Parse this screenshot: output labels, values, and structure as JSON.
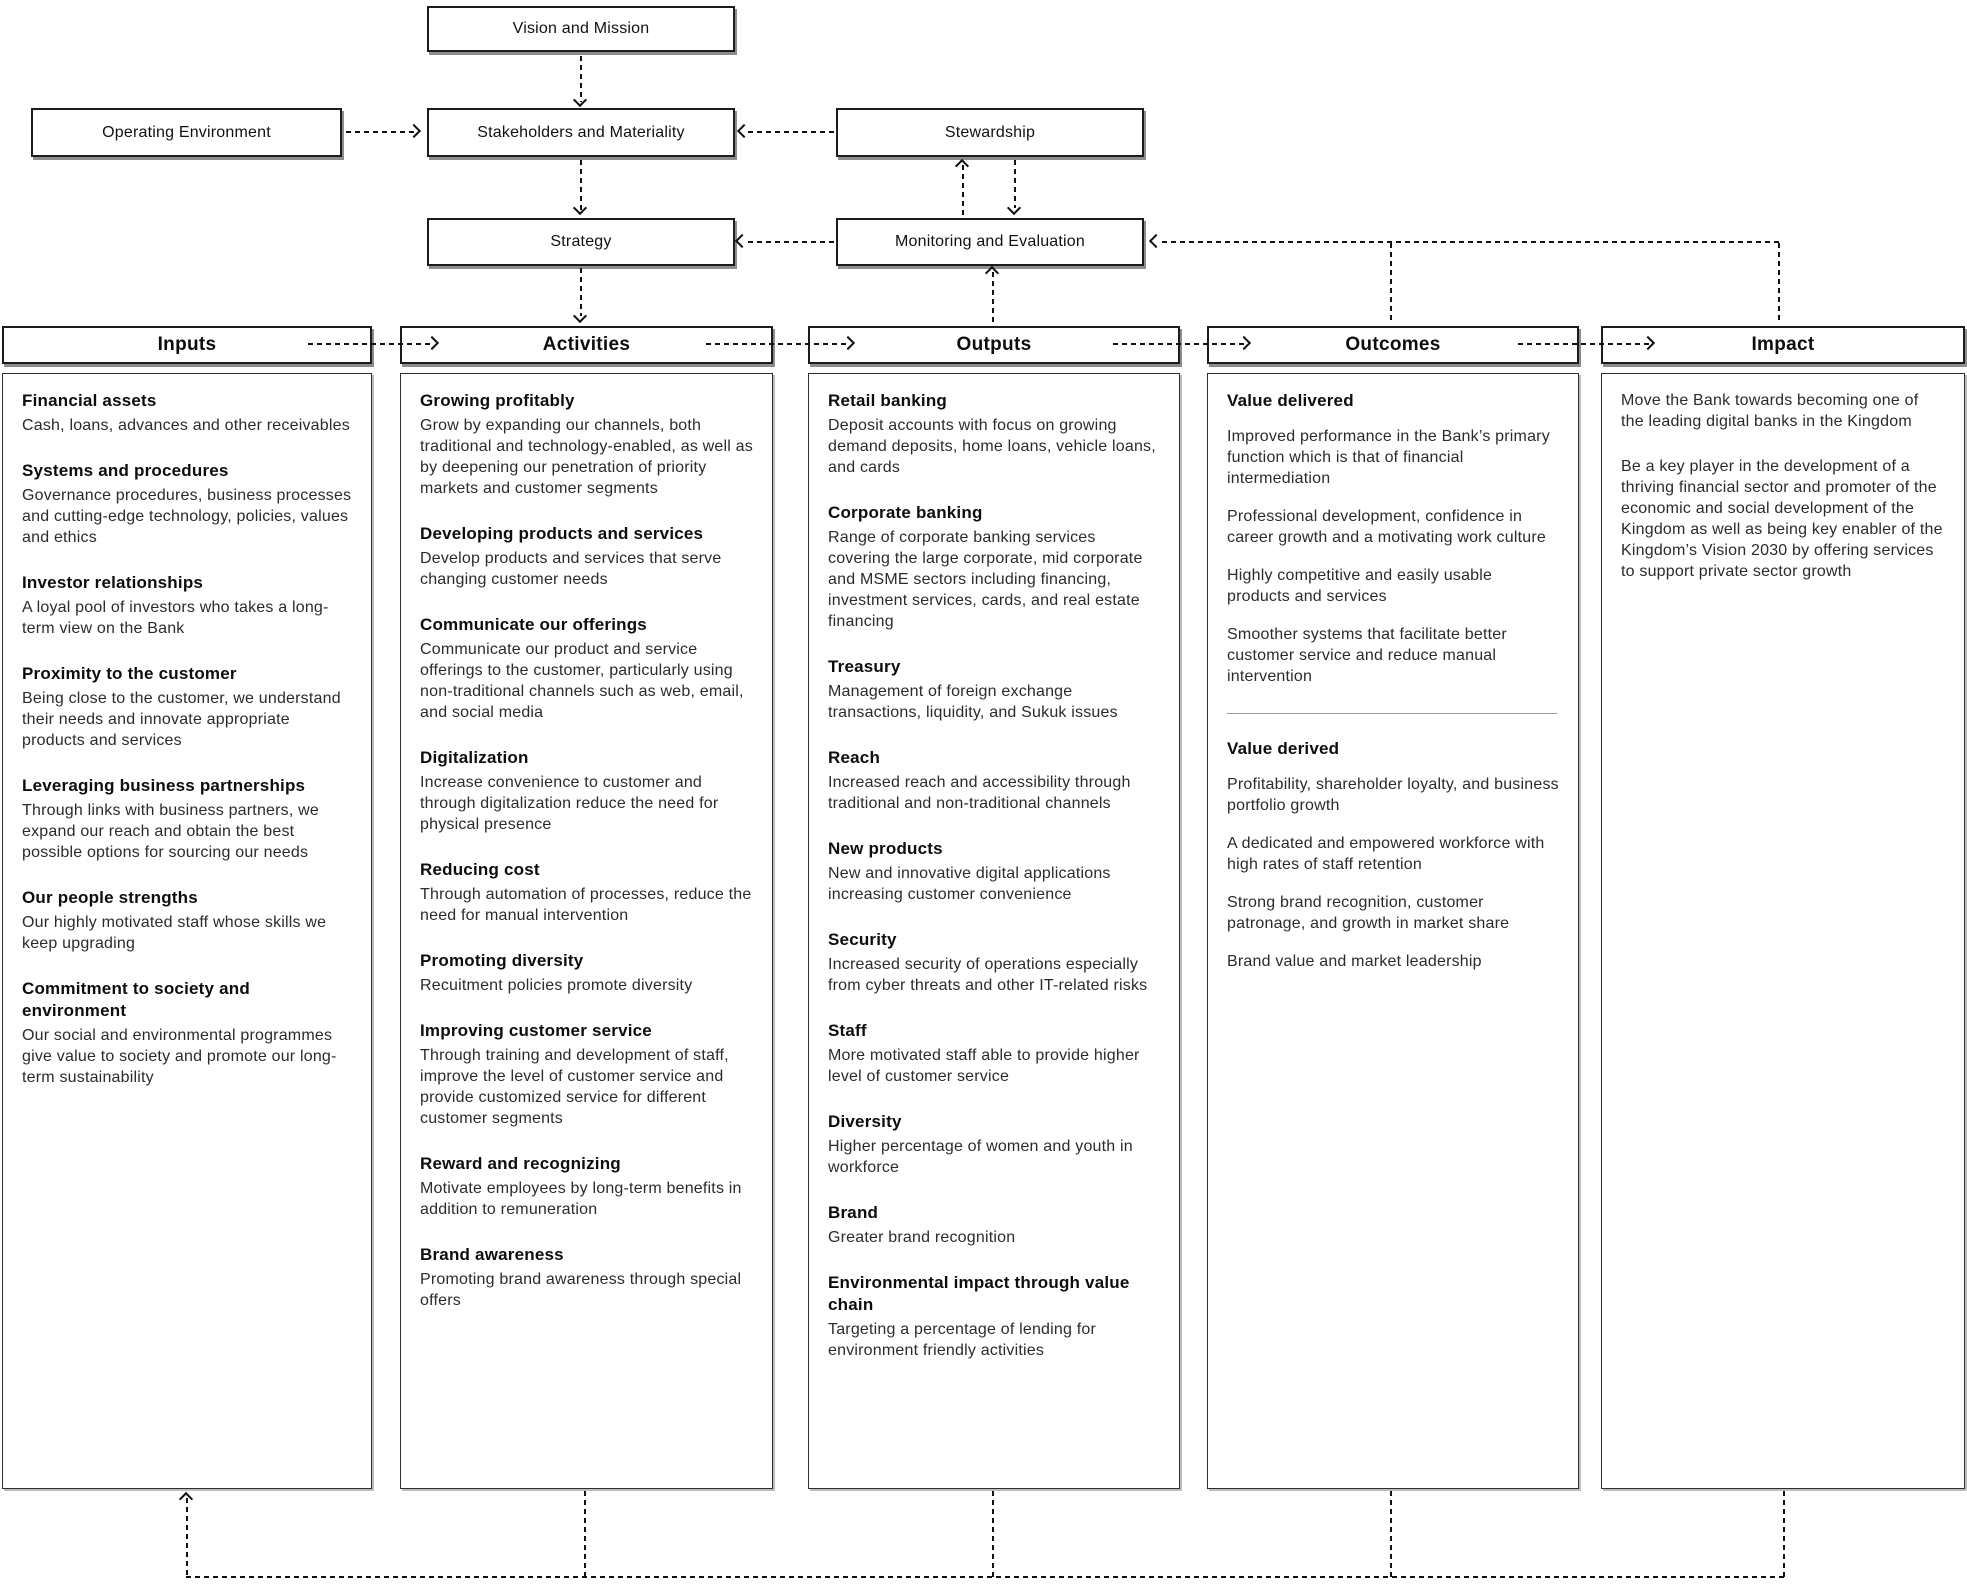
{
  "flowchart": {
    "vision": "Vision and Mission",
    "operating_environment": "Operating Environment",
    "stakeholders": "Stakeholders and Materiality",
    "stewardship": "Stewardship",
    "strategy": "Strategy",
    "monitoring": "Monitoring and Evaluation"
  },
  "columns": [
    {
      "header": "Inputs",
      "blocks": [
        {
          "type": "section",
          "title": "Financial assets",
          "body": "Cash, loans, advances and other receivables"
        },
        {
          "type": "section",
          "title": "Systems and procedures",
          "body": "Governance procedures, business processes and cutting-edge technology, policies, values and ethics"
        },
        {
          "type": "section",
          "title": "Investor relationships",
          "body": "A loyal pool of investors who takes a long-term view on the Bank"
        },
        {
          "type": "section",
          "title": "Proximity to the customer",
          "body": "Being close to the customer, we understand their needs and innovate appropriate products and services"
        },
        {
          "type": "section",
          "title": "Leveraging business partnerships",
          "body": "Through links with business partners, we expand our reach and obtain the best possible options for sourcing  our needs"
        },
        {
          "type": "section",
          "title": "Our people strengths",
          "body": "Our highly motivated staff whose skills we keep upgrading"
        },
        {
          "type": "section",
          "title": "Commitment to society and environment",
          "body": "Our social and environmental programmes give value to society and promote our long-term sustainability"
        }
      ]
    },
    {
      "header": "Activities",
      "blocks": [
        {
          "type": "section",
          "title": "Growing profitably",
          "body": "Grow by expanding our channels, both traditional and technology-enabled, as well as by deepening our penetration of priority markets and customer segments"
        },
        {
          "type": "section",
          "title": "Developing products and services",
          "body": "Develop products and services that serve changing customer needs"
        },
        {
          "type": "section",
          "title": "Communicate our offerings",
          "body": "Communicate our product and service offerings to the customer, particularly using non-traditional channels such as web, email, and social media"
        },
        {
          "type": "section",
          "title": "Digitalization",
          "body": "Increase convenience to customer and through digitalization reduce the need for physical presence"
        },
        {
          "type": "section",
          "title": "Reducing cost",
          "body": "Through automation of processes, reduce the need for manual intervention"
        },
        {
          "type": "section",
          "title": "Promoting diversity",
          "body": "Recuitment policies promote diversity"
        },
        {
          "type": "section",
          "title": "Improving customer service",
          "body": "Through training and development of staff, improve the level of customer service and provide customized service for different customer segments"
        },
        {
          "type": "section",
          "title": "Reward and recognizing",
          "body": "Motivate employees by  long-term benefits in addition to remuneration"
        },
        {
          "type": "section",
          "title": "Brand awareness",
          "body": "Promoting brand awareness through special offers"
        }
      ]
    },
    {
      "header": "Outputs",
      "blocks": [
        {
          "type": "section",
          "title": "Retail banking",
          "body": "Deposit accounts with  focus on growing demand deposits, home loans, vehicle loans, and cards"
        },
        {
          "type": "section",
          "title": "Corporate banking",
          "body": "Range of corporate banking services covering the large corporate, mid corporate and MSME sectors including financing, investment services, cards, and real estate financing"
        },
        {
          "type": "section",
          "title": "Treasury",
          "body": "Management of foreign exchange transactions, liquidity, and Sukuk issues"
        },
        {
          "type": "section",
          "title": "Reach",
          "body": "Increased reach and accessibility through traditional and non-traditional channels"
        },
        {
          "type": "section",
          "title": "New products",
          "body": "New and innovative digital applications increasing customer convenience"
        },
        {
          "type": "section",
          "title": "Security",
          "body": "Increased security of operations especially from cyber threats and other IT-related risks"
        },
        {
          "type": "section",
          "title": "Staff",
          "body": "More motivated staff able to provide higher level of customer service"
        },
        {
          "type": "section",
          "title": "Diversity",
          "body": "Higher percentage of women and youth in workforce"
        },
        {
          "type": "section",
          "title": "Brand",
          "body": "Greater brand recognition"
        },
        {
          "type": "section",
          "title": "Environmental impact through value chain",
          "body": "Targeting a percentage of lending for environment friendly activities"
        }
      ]
    },
    {
      "header": "Outcomes",
      "blocks": [
        {
          "type": "group-title",
          "title": "Value delivered"
        },
        {
          "type": "para",
          "body": "Improved performance in the Bank’s primary function which is that of financial intermediation"
        },
        {
          "type": "para",
          "body": "Professional  development, confidence in career growth  and a motivating work culture"
        },
        {
          "type": "para",
          "body": "Highly competitive and  easily usable products and services"
        },
        {
          "type": "para",
          "body": "Smoother systems that facilitate better customer service and reduce manual intervention"
        },
        {
          "type": "divider"
        },
        {
          "type": "group-title",
          "title": "Value derived"
        },
        {
          "type": "para",
          "body": "Profitability, shareholder loyalty, and business portfolio growth"
        },
        {
          "type": "para",
          "body": "A dedicated and empowered workforce with high rates of staff retention"
        },
        {
          "type": "para",
          "body": "Strong brand recognition, customer patronage,  and growth in market share"
        },
        {
          "type": "para",
          "body": "Brand value and market leadership"
        }
      ]
    },
    {
      "header": "Impact",
      "blocks": [
        {
          "type": "para",
          "body": "Move the Bank towards becoming one of the leading digital banks in the Kingdom"
        },
        {
          "type": "para",
          "body": "Be a key player in the development of a thriving financial sector and promoter of the economic and social development of the Kingdom as well as being key enabler of the Kingdom’s Vision 2030 by offering services to support private sector growth"
        }
      ]
    }
  ]
}
